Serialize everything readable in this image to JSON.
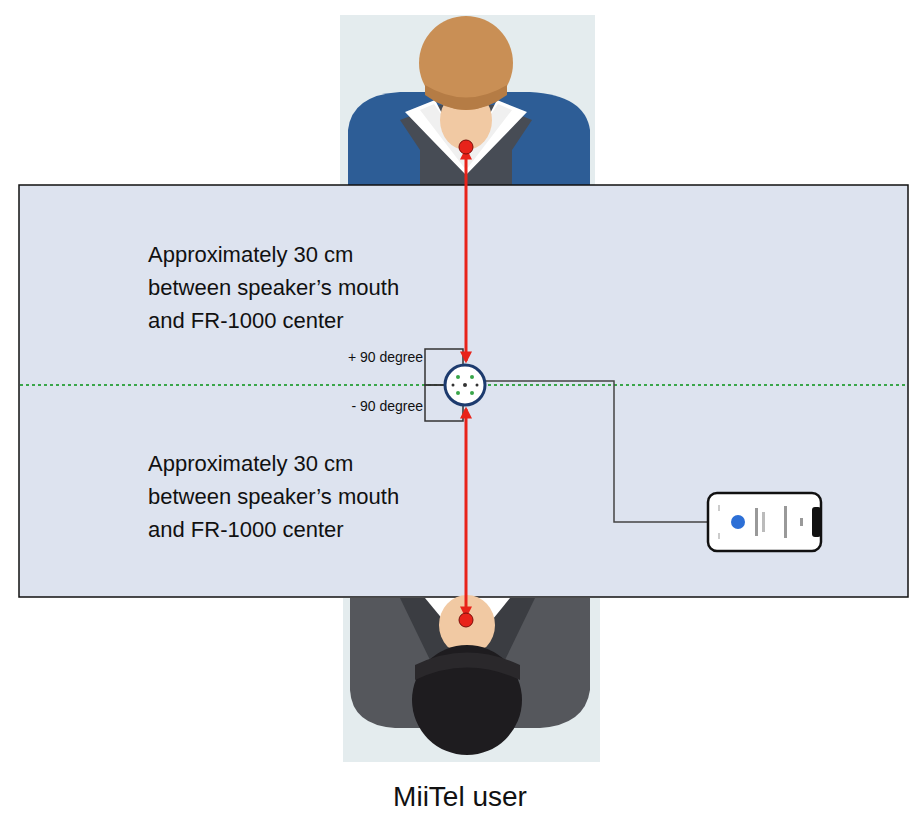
{
  "diagram": {
    "labels": [
      "Approximately 30 cm between speaker’s mouth and FR-1000 center",
      "+ 90 degree",
      "- 90 degree",
      "Approximately 30 cm between speaker’s mouth and FR-1000 center",
      "MiiTel user"
    ]
  }
}
